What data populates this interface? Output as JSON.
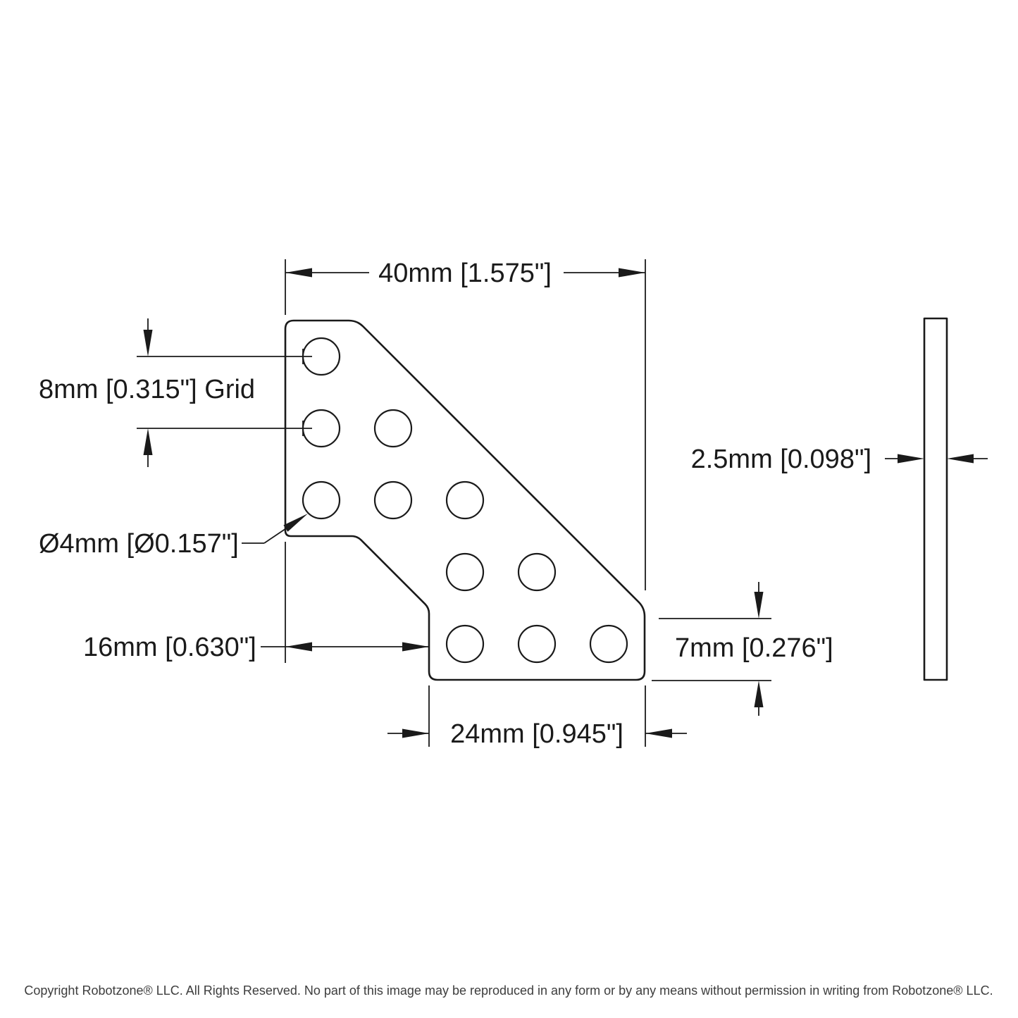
{
  "document": {
    "type": "technical-drawing",
    "views": [
      "front-view",
      "side-view"
    ]
  },
  "colors": {
    "background": "#ffffff",
    "line": "#1a1a1a",
    "dimension_text": "#1a1a1a",
    "copyright_text": "#3d3d3d"
  },
  "front_view": {
    "dim_overall_width": "40mm [1.575\"]",
    "dim_hole_grid": "8mm [0.315\"] Grid",
    "dim_hole_diameter": "Ø4mm [Ø0.157\"]",
    "dim_lower_left_width": "16mm [0.630\"]",
    "dim_bottom_tab_width": "24mm [0.945\"]",
    "dim_bottom_tab_height": "7mm [0.276\"]",
    "hole_count": 11,
    "hole_rows": [
      {
        "row": 1,
        "holes": 1
      },
      {
        "row": 2,
        "holes": 2
      },
      {
        "row": 3,
        "holes": 3
      },
      {
        "row": 4,
        "holes": 2
      },
      {
        "row": 5,
        "holes": 3
      }
    ]
  },
  "side_view": {
    "dim_thickness": "2.5mm [0.098\"]"
  },
  "footer": {
    "copyright_line": "Copyright Robotzone® LLC.  All Rights Reserved. No part of this image may be reproduced in any form or by any means without permission in writing from Robotzone® LLC."
  }
}
